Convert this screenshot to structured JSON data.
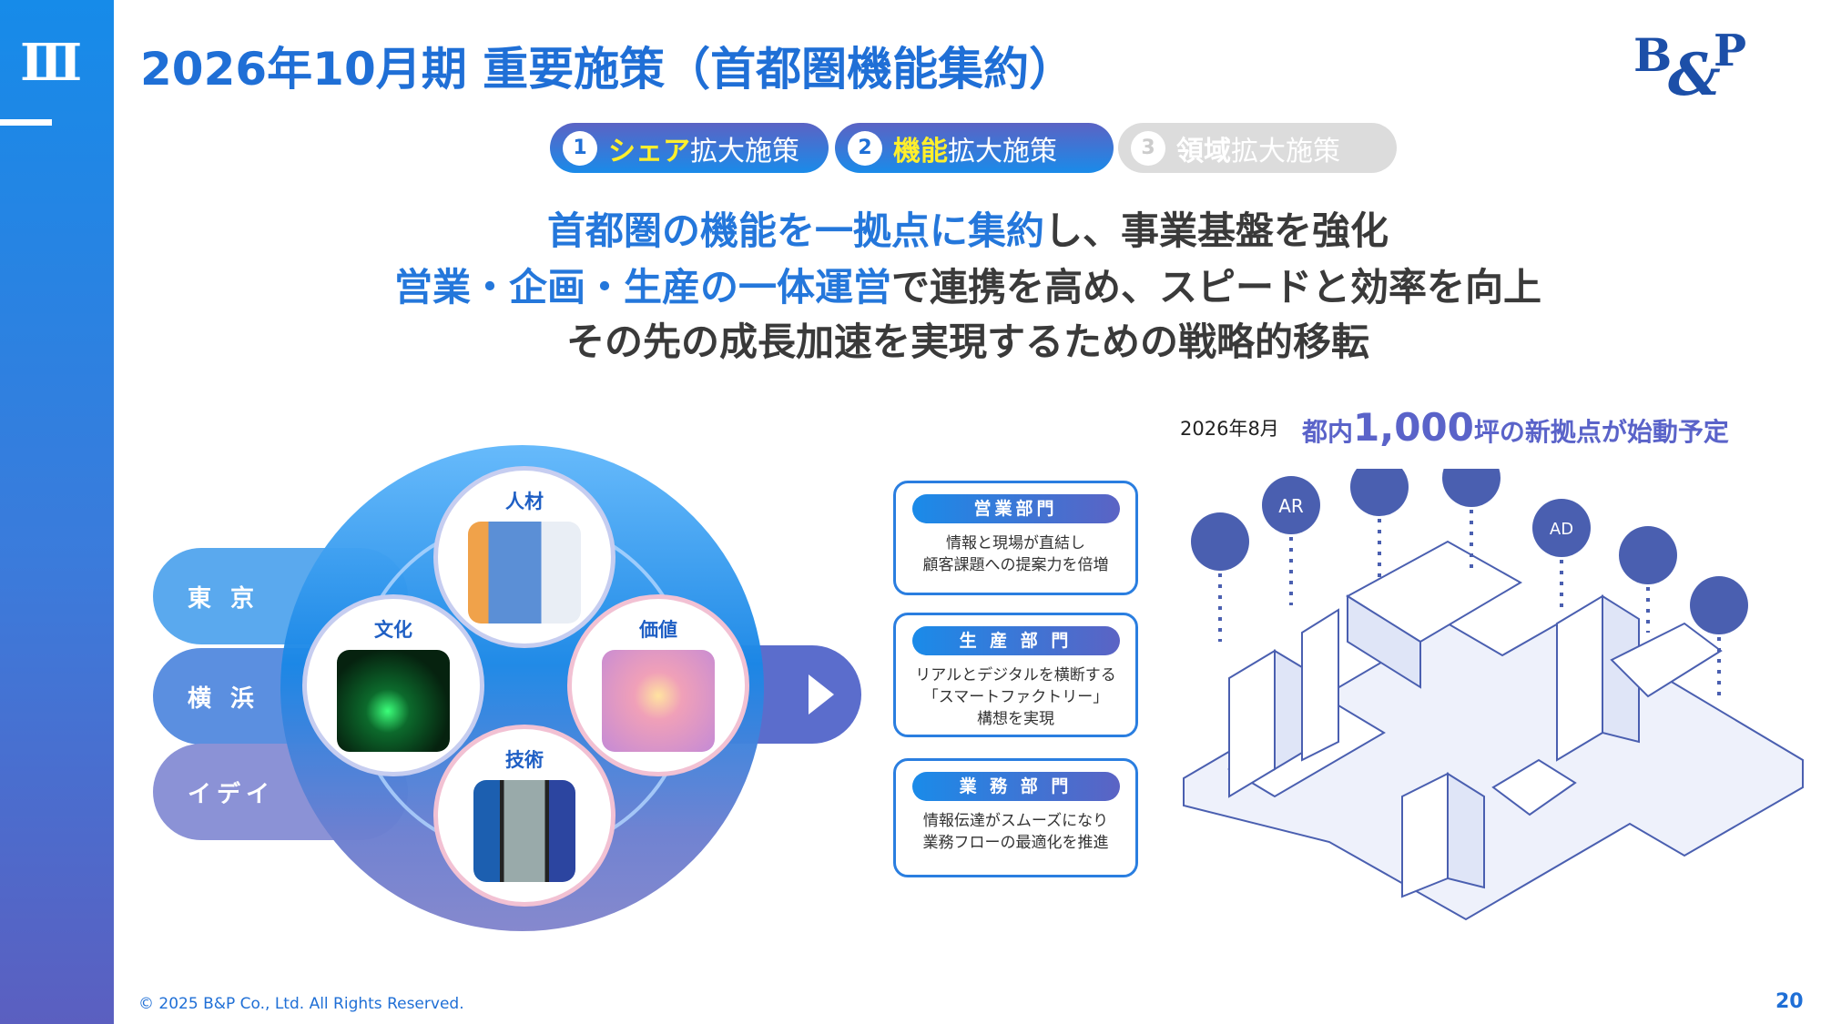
{
  "sidebar": {
    "section": "Ⅲ"
  },
  "header": {
    "title": "2026年10月期 重要施策（首都圏機能集約）",
    "logo_text": "B&P"
  },
  "tabs": [
    {
      "num": "1",
      "highlight": "シェア",
      "rest": "拡大施策",
      "state": "active"
    },
    {
      "num": "2",
      "highlight": "機能",
      "rest": "拡大施策",
      "state": "active"
    },
    {
      "num": "3",
      "highlight": "領域",
      "rest": "拡大施策",
      "state": "inactive"
    }
  ],
  "headline": {
    "line1_blue": "首都圏の機能を一拠点に集約",
    "line1_rest": "し、事業基盤を強化",
    "line2_blue": "営業・企画・生産の一体運営",
    "line2_rest": "で連携を高め、スピードと効率を向上",
    "line3": "その先の成長加速を実現するための戦略的移転"
  },
  "announcement": {
    "date": "2026年8月",
    "pre": "都内",
    "number": "1,000",
    "post": "坪の新拠点が始動予定"
  },
  "locations": [
    "東 京",
    "横 浜",
    "イデイ"
  ],
  "pillars": {
    "top": "人材",
    "left": "文化",
    "right": "価値",
    "bottom": "技術"
  },
  "departments": [
    {
      "name": "営業部門",
      "lines": [
        "情報と現場が直結し",
        "顧客課題への提案力を倍増"
      ]
    },
    {
      "name": "生 産 部 門",
      "lines": [
        "リアルとデジタルを横断する",
        "「スマートファクトリー」",
        "構想を実現"
      ]
    },
    {
      "name": "業 務 部 門",
      "lines": [
        "情報伝達がスムーズになり",
        "業務フローの最適化を推進"
      ]
    }
  ],
  "city_icons": [
    "AR",
    "AD"
  ],
  "footer": {
    "copyright": "© 2025 B&P Co., Ltd. All Rights Reserved.",
    "page": "20"
  },
  "colors": {
    "primary": "#1f6fd6",
    "accent_yellow": "#ffef2b",
    "indigo": "#5b63c4"
  }
}
